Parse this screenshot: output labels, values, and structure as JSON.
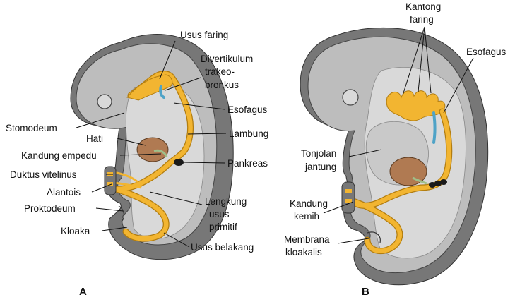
{
  "panels": [
    "A",
    "B"
  ],
  "labels_a": {
    "usus_faring": "Usus faring",
    "divertikulum_1": "Divertikulum",
    "divertikulum_2": "trakeo-",
    "divertikulum_3": "bronkus",
    "esofagus": "Esofagus",
    "stomodeum": "Stomodeum",
    "lambung": "Lambung",
    "hati": "Hati",
    "kandung_empedu": "Kandung empedu",
    "pankreas": "Pankreas",
    "duktus_vitelinus": "Duktus vitelinus",
    "alantois": "Alantois",
    "lengkung_1": "Lengkung",
    "lengkung_2": "usus",
    "lengkung_3": "primitif",
    "proktodeum": "Proktodeum",
    "kloaka": "Kloaka",
    "usus_belakang": "Usus belakang"
  },
  "labels_b": {
    "kantong_1": "Kantong",
    "kantong_2": "faring",
    "esofagus": "Esofagus",
    "tonjolan_1": "Tonjolan",
    "tonjolan_2": "jantung",
    "kandung_kemih_1": "Kandung",
    "kandung_kemih_2": "kemih",
    "membrana_1": "Membrana",
    "membrana_2": "kloakalis"
  },
  "colors": {
    "embryo_outer": "#777777",
    "embryo_body": "#bdbdbd",
    "embryo_cavity": "#d9d9d9",
    "gut": "#f2b531",
    "gut_edge": "#b27d10",
    "liver": "#b07a52",
    "trachea": "#4fa3c7",
    "gallbladder": "#9fbf8a",
    "pancreas": "#1a1a1a"
  }
}
